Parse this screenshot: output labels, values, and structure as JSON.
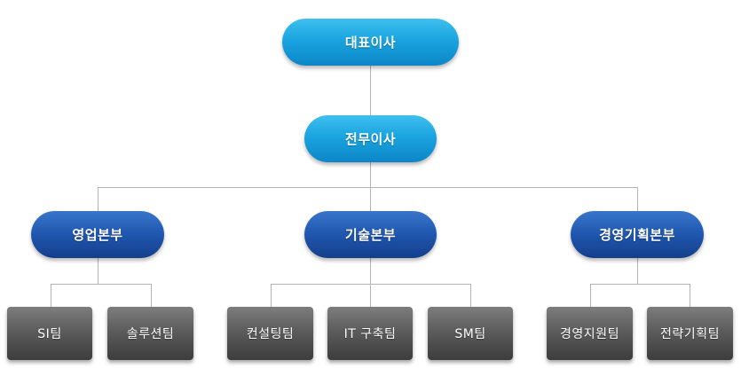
{
  "org": {
    "ceo": "대표이사",
    "executive": "전무이사",
    "divisions": [
      {
        "label": "영업본부",
        "teams": [
          "SI팀",
          "솔루션팀"
        ]
      },
      {
        "label": "기술본부",
        "teams": [
          "컨설팅팀",
          "IT 구축팀",
          "SM팀"
        ]
      },
      {
        "label": "경영기획본부",
        "teams": [
          "경영지원팀",
          "전략기획팀"
        ]
      }
    ]
  },
  "colors": {
    "top_level": "#1aa4e0",
    "division": "#1f56ae",
    "team": "#5c5c5c",
    "connector": "#b3b3b3"
  }
}
